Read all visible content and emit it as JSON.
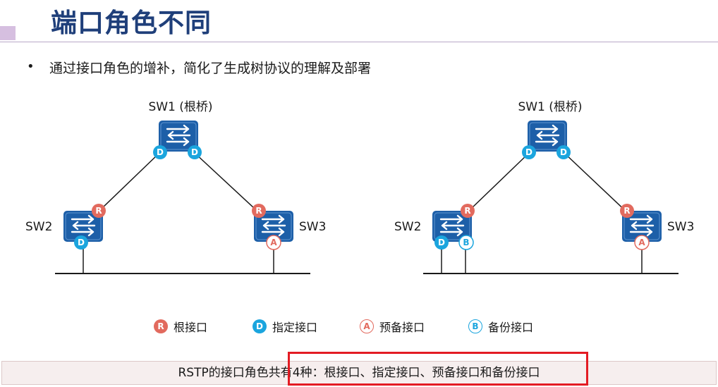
{
  "title": "端口角色不同",
  "bullet": "通过接口角色的增补，简化了生成树协议的理解及部署",
  "diagrams": [
    {
      "root_label": "SW1 (根桥)",
      "left_label": "SW2",
      "right_label": "SW3",
      "root_ports": [
        "D",
        "D"
      ],
      "left_ports": [
        "R",
        "D"
      ],
      "right_ports": [
        "R",
        "A"
      ]
    },
    {
      "root_label": "SW1 (根桥)",
      "left_label": "SW2",
      "right_label": "SW3",
      "root_ports": [
        "D",
        "D"
      ],
      "left_ports": [
        "R",
        "D",
        "B"
      ],
      "right_ports": [
        "R",
        "A"
      ]
    }
  ],
  "legend": [
    {
      "symbol": "R",
      "label": "根接口"
    },
    {
      "symbol": "D",
      "label": "指定接口"
    },
    {
      "symbol": "A",
      "label": "预备接口"
    },
    {
      "symbol": "B",
      "label": "备份接口"
    }
  ],
  "footer": "RSTP的接口角色共有4种：根接口、指定接口、预备接口和备份接口",
  "colors": {
    "title": "#1f3f7a",
    "switch": "#1d5fa8",
    "root_port": "#e26a5e",
    "designated_port": "#1ba5de",
    "highlight": "#e31b23"
  }
}
